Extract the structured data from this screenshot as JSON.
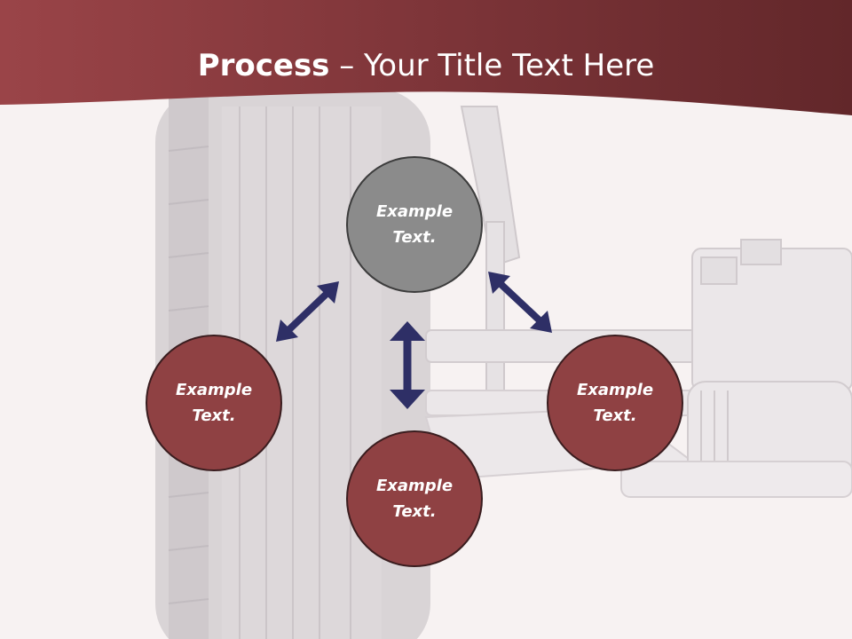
{
  "title": {
    "bold": "Process",
    "rest": " – Your Title Text Here"
  },
  "nodes": {
    "top": {
      "line1": "Example",
      "line2": "Text."
    },
    "left": {
      "line1": "Example",
      "line2": "Text."
    },
    "right": {
      "line1": "Example",
      "line2": "Text."
    },
    "bottom": {
      "line1": "Example",
      "line2": "Text."
    }
  },
  "colors": {
    "banner": "#7e3539",
    "node_red": "#8f4143",
    "node_gray": "#8b8b8b",
    "arrow": "#2e2f66"
  }
}
